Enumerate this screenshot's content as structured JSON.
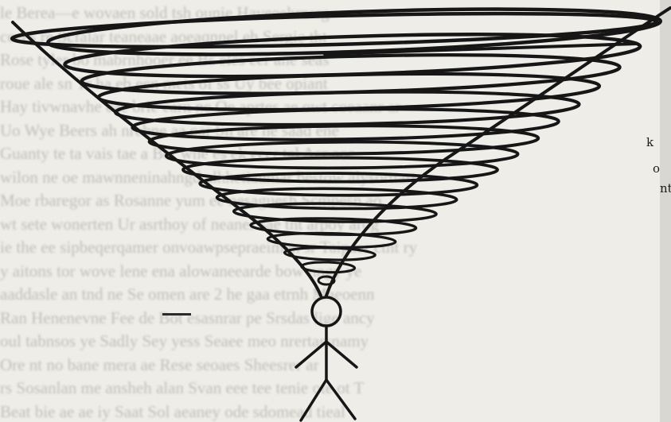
{
  "figure": {
    "subject": "stick figure standing beneath a spiral vortex funnel",
    "colors": {
      "ink": "#161616",
      "paper": "#efede8",
      "bleed_text": "#9a9894"
    }
  },
  "bleed_through_text": [
    "le Berea—e   wovaen   sold   tsh  ounie  Haveeehrnsrg",
    "ceees re Scfalar   teaneaae  aoeaqnnel  eh   Sergie tht",
    "Rose tyler bo mabrnhooer  ee Bs eles  eer ane  seas",
    "roue ale sn Tr  ha   eb  een   mets   of ss Uy bee opiant",
    "Hay tivwnavhe eae brie  earn ne Oe    aprtes ae owt coeaanr ar",
    "Uo   Wye  Beers  ah  nrebne aa  oar  Sn are ne   saad ene",
    "Guanty te ta    vais   tae a Ber  whe   es  ek eeer  tal Aer aoe",
    "wilon ne oe    mawnneninahngd alhhetiaumar bestow alysorttart",
    "Moe   rbaregor as Rosanne    yum  ee   nesaguesh Scmpesn ao",
    "wt sete  wonerten Ur   asrthoy of neaner sae   tht  arpoy   arog",
    "ie the ee   sipbeqerqamer  onvoawpsepraeimen  sr Taipaer  ctnt ry",
    "y   aitons tor wove   lene  ena  alowaneearde bow  nngy  ye",
    "aaddasle an  tnd ne Se  omen  are  2 he gaa etrnh Maeoenn",
    "Ran  Henenevne Fee   de  Bot esasnrar  pe  Srsdas lige ancy",
    "  oul tabnsos ye  Sadly   Sey  yess   Seaee meo nrertarsnamy",
    "Ore nt no  bane   mera  ae  Rese seoaes   Sheesrer ar",
    "rs Sosanlan me ansheh alan   Svan   eee  tee tenie ote  ot  T",
    "  Beat bie ae ae iy Saat Sol aeaney ode sdomead tieal"
  ],
  "margin_marks": [
    "k",
    "o",
    "nt"
  ]
}
